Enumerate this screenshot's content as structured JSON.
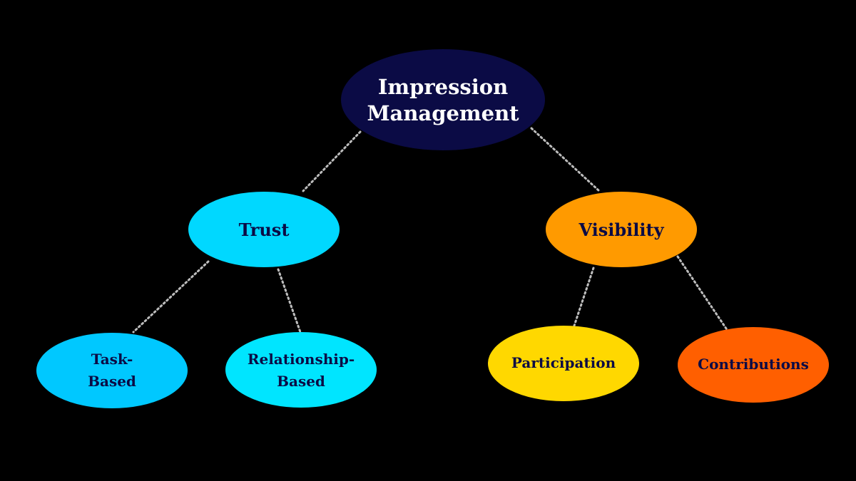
{
  "diagram": {
    "root": {
      "lines": [
        "Impression",
        "Management"
      ],
      "fill": "#0b0b45",
      "text_color": "#ffffff"
    },
    "trust": {
      "lines": [
        "Trust"
      ],
      "fill": "#00d8ff",
      "text_color": "#0b0b45"
    },
    "visibility": {
      "lines": [
        "Visibility"
      ],
      "fill": "#ff9a00",
      "text_color": "#0b0b45"
    },
    "task_based": {
      "lines": [
        "Task-",
        "Based"
      ],
      "fill": "#00c8ff",
      "text_color": "#0b0b45"
    },
    "relationship_based": {
      "lines": [
        "Relationship-",
        "Based"
      ],
      "fill": "#00e5ff",
      "text_color": "#0b0b45"
    },
    "participation": {
      "lines": [
        "Participation"
      ],
      "fill": "#ffd800",
      "text_color": "#0b0b45"
    },
    "contributions": {
      "lines": [
        "Contributions"
      ],
      "fill": "#ff5f00",
      "text_color": "#0b0b45"
    },
    "connector_color": "#bdbdbd"
  }
}
